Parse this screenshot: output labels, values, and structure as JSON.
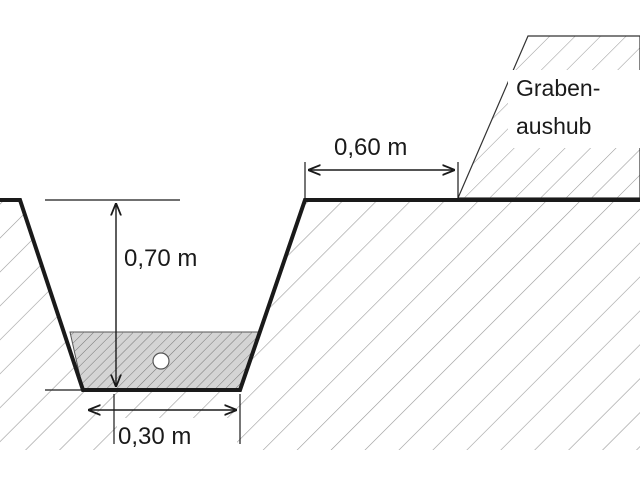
{
  "labels": {
    "depth": "0,70 m",
    "bottom_width": "0,30 m",
    "berm_distance": "0,60 m",
    "spoil_line1": "Graben-",
    "spoil_line2": "aushub"
  },
  "colors": {
    "line": "#1a1a1a",
    "hatch": "#9a9a9a",
    "bedding_fill": "#d4d4d4",
    "background": "#ffffff"
  }
}
